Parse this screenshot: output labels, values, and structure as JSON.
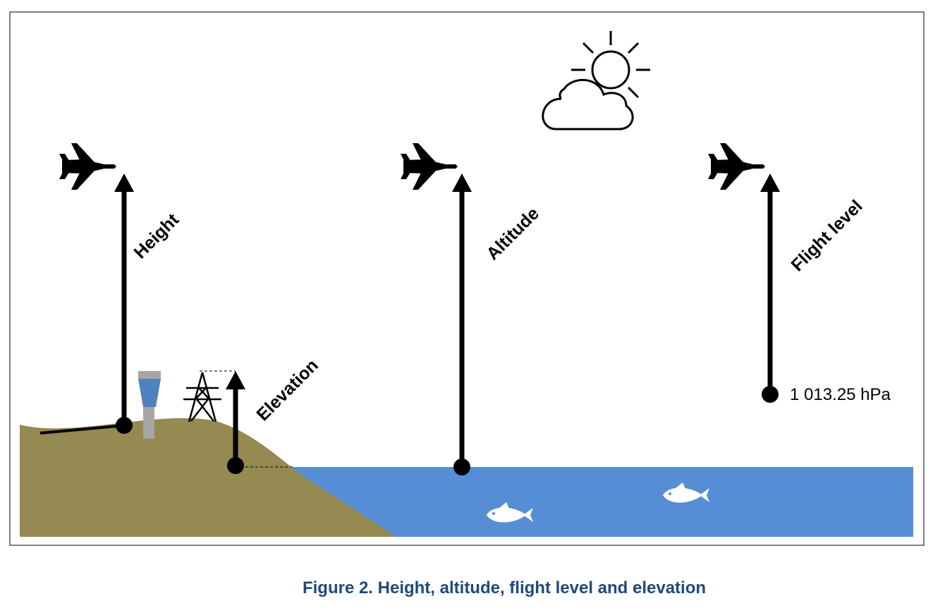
{
  "labels": {
    "height": "Height",
    "altitude": "Altitude",
    "flight_level": "Flight level",
    "elevation": "Elevation",
    "pressure": "1 013.25 hPa"
  },
  "caption": "Figure 2. Height, altitude, flight level and elevation",
  "icons": [
    "airplane-icon",
    "sun-icon",
    "cloud-icon",
    "control-tower-icon",
    "power-pylon-icon",
    "fish-icon"
  ],
  "colors": {
    "ground": "#948a52",
    "water": "#558ed5",
    "caption": "#1f497d",
    "arrow": "#000000",
    "tower_glass": "#4f81bd",
    "tower_body": "#a6a6a6"
  }
}
